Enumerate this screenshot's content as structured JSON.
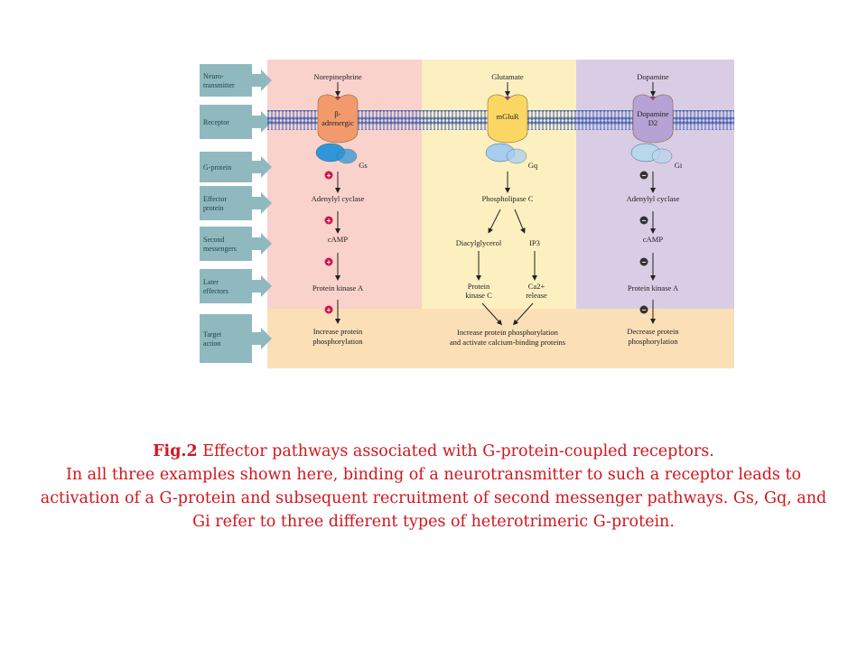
{
  "figure": {
    "rows": [
      "Neuro-\ntransmitter",
      "Receptor",
      "G-protein",
      "Effector\nprotein",
      "Second\nmessengers",
      "Later\neffectors",
      "Target\naction"
    ],
    "colors": {
      "panel_left": "#f9d2cc",
      "panel_mid": "#fcf0c1",
      "panel_right": "#d9cde6",
      "target_band": "#fbdfb6",
      "sidebar": "#8fb8bf",
      "membrane": "#4a66b0",
      "plus_sign": "#d0154b",
      "minus_sign": "#333333"
    },
    "columns": [
      {
        "neurotransmitter": "Norepinephrine",
        "receptor": [
          "β-",
          "adrenergic"
        ],
        "receptor_color": "#f29a6c",
        "gprotein": "Gs",
        "gprotein_color": "#2f97d8",
        "dot_color": "#d41f57",
        "effector": "Adenylyl cyclase",
        "second": "cAMP",
        "later": "Protein kinase A",
        "target": [
          "Increase protein",
          "phosphorylation"
        ],
        "sign": "+"
      },
      {
        "neurotransmitter": "Glutamate",
        "receptor": [
          "mGluR"
        ],
        "receptor_color": "#fad763",
        "gprotein": "Gq",
        "gprotein_color": "#a7cef0",
        "dot_color": "#a03a96",
        "effector": "Phospholipase C",
        "second_left": "Diacylglycerol",
        "second_right": "IP3",
        "later_left": [
          "Protein",
          "kinase C"
        ],
        "later_right": [
          "Ca2+",
          "release"
        ],
        "target": [
          "Increase protein phosphorylation",
          "and activate calcium-binding proteins"
        ]
      },
      {
        "neurotransmitter": "Dopamine",
        "receptor": [
          "Dopamine",
          "D2"
        ],
        "receptor_color": "#b7a2d6",
        "gprotein": "Gi",
        "gprotein_color": "#b8d6ec",
        "dot_color": "#a03a96",
        "effector": "Adenylyl cyclase",
        "second": "cAMP",
        "later": "Protein kinase A",
        "target": [
          "Decrease protein",
          "phosphorylation"
        ],
        "sign": "−"
      }
    ]
  },
  "caption": {
    "fig_label": "Fig.2",
    "title": " Effector pathways associated with G-protein-coupled receptors.",
    "body": "In all three examples shown here, binding of a neurotransmitter to such a receptor leads to activation of a G-protein and subsequent recruitment of second messenger pathways. Gs, Gq, and Gi refer to three different types of heterotrimeric G-protein."
  }
}
